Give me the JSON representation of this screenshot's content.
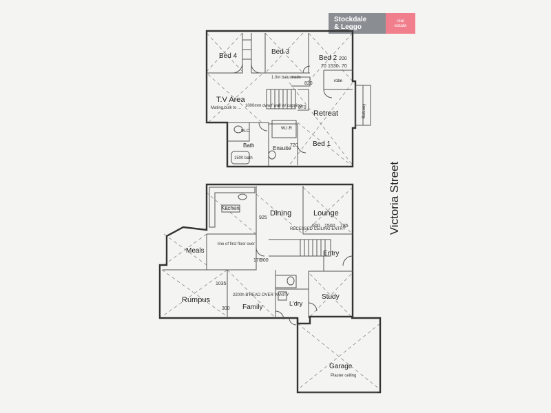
{
  "brand": {
    "name_line1": "Stockdale",
    "name_line2": "& Leggo",
    "tag_line1": "real",
    "tag_line2": "estate"
  },
  "street": "Victoria Street",
  "upper_floor": {
    "rooms": {
      "bed4": "Bed 4",
      "bed3": "Bed 3",
      "bed2": "Bed 2",
      "tv_area": "T.V Area",
      "retreat": "Retreat",
      "bed1": "Bed 1",
      "bath": "Bath",
      "ensuite": "Ensuite",
      "balcony": "Balcony",
      "wc": "W.C",
      "wir": "W.I.R",
      "robe": "robe"
    },
    "notes": {
      "balustrade": "1.0m balustrade",
      "matching_bulk": "Mating bulk to ...",
      "dwarf_wall": "1000mm dwarf wall w/ capping",
      "bath_size": "1500 bath"
    },
    "dims": {
      "d200": "200",
      "d70": "70",
      "d1530": "1530",
      "d820": "820",
      "d720": "720",
      "d870": "870"
    }
  },
  "ground_floor": {
    "rooms": {
      "kitchen": "Kitchen",
      "dining": "Dining",
      "lounge": "Lounge",
      "meals": "Meals",
      "entry": "Entry",
      "rumpus": "Rumpus",
      "family": "Family",
      "ldry": "L'dry",
      "study": "Study",
      "garage": "Garage"
    },
    "notes": {
      "recessed": "RECESSED CEILING ENTRY",
      "line_first_floor": "line of first floor over",
      "bulkhead": "2200h B'HEAD OVER VANITY",
      "plaster": "Plaster ceiling"
    },
    "dims": {
      "d925": "925",
      "d600": "600",
      "d1500": "1500",
      "d785": "785",
      "d1035": "1035",
      "d300": "300",
      "d170": "170",
      "d900": "900"
    }
  }
}
